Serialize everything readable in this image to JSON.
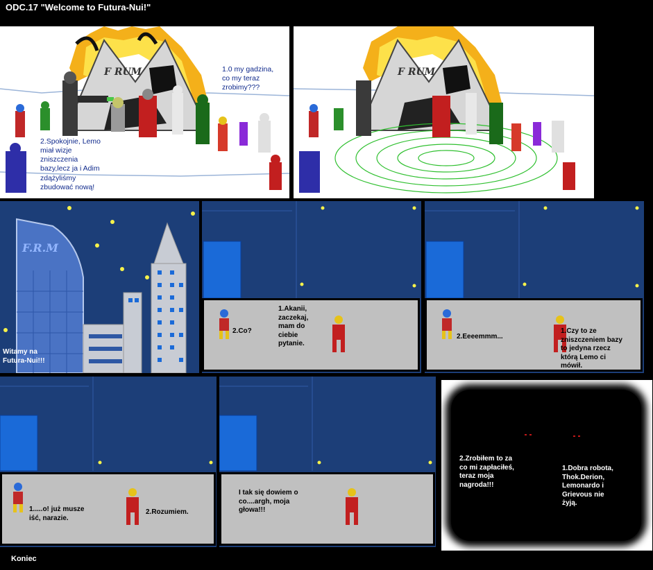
{
  "title": "ODC.17 \"Welcome to Futura-Nui!\"",
  "footer": "Koniec",
  "panel1": {
    "sign": "F RUM",
    "speech_top": "1.0 my gadzina,\nco my teraz\nzrobimy???",
    "speech_bottom": "2.Spokojnie, Lemo\nmiał wizje\nzniszczenia\nbazy,lecz ja i Adim\nzdążyliśmy\nzbudować nową!"
  },
  "panel2": {
    "sign": "F RUM"
  },
  "panel3": {
    "building_sign": "F.R.M",
    "caption": "Witamy na\nFutura-Nui!!!"
  },
  "panel4": {
    "speech_left": "2.Co?",
    "speech_right": "1.Akanii,\nzaczekaj,\nmam do\nciebie\npytanie."
  },
  "panel5": {
    "speech_left": "2.Eeeemmm...",
    "speech_right": "1.Czy to ze\nzniszczeniem bazy\nto jedyna rzecz\nktórą Lemo ci\nmówił."
  },
  "panel6": {
    "speech_left": "1.....o! już musze\niść, narazie.",
    "speech_right": "2.Rozumiem."
  },
  "panel7": {
    "speech": "I tak się dowiem o\nco....argh, moja\ngłowa!!!"
  },
  "panel8": {
    "speech_left": "2.Zrobiłem to za\nco mi zapłaciłeś,\nteraz moja\nnagroda!!!",
    "speech_right": "1.Dobra robota,\nThok.Derion,\nLemonardo i\nGrievous nie\nżyją."
  }
}
